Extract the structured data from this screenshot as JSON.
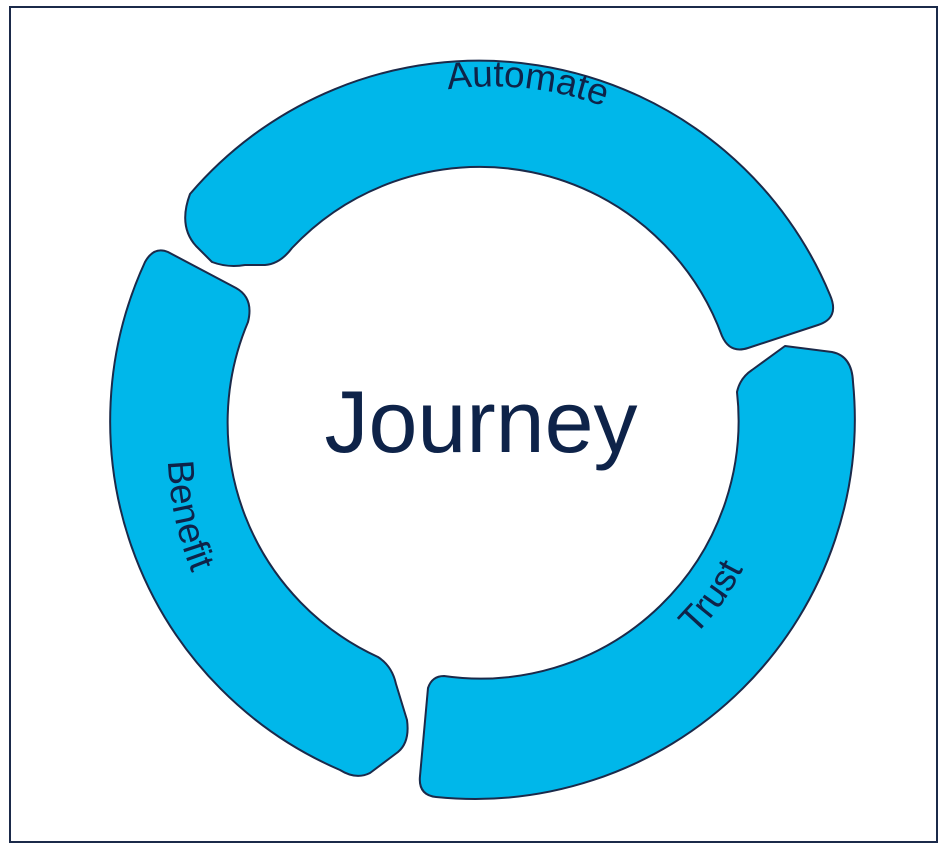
{
  "center": {
    "label": "Journey"
  },
  "segments": [
    {
      "id": "automate",
      "label": "Automate"
    },
    {
      "id": "trust",
      "label": "Trust"
    },
    {
      "id": "benefit",
      "label": "Benefit"
    }
  ],
  "colors": {
    "segment_fill": "#00b7ea",
    "outline": "#1b2a4a",
    "text": "#0e2349",
    "background": "#ffffff"
  }
}
